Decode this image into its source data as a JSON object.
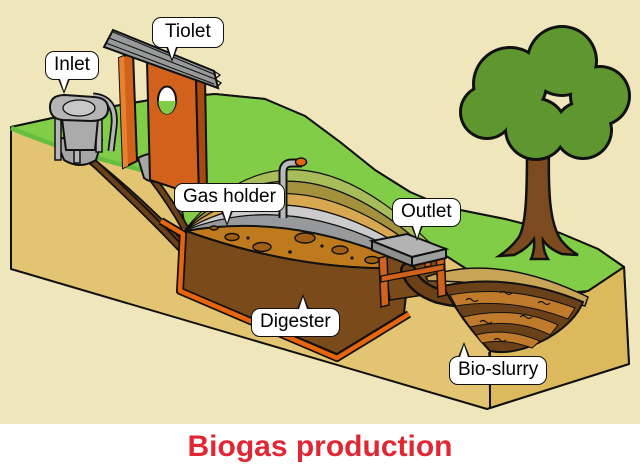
{
  "title": {
    "text": "Biogas production"
  },
  "labels": {
    "inlet": "Inlet",
    "toilet": "Tiolet",
    "gas_holder": "Gas holder",
    "outlet": "Outlet",
    "digester": "Digester",
    "bio_slurry": "Bio-slurry"
  },
  "colors": {
    "background_beige": "#EFE6BB",
    "title_red": "#E02733",
    "grass_green": "#82CD48",
    "grass_edge_green": "#66BE3E",
    "tree_canopy_green": "#5E9630",
    "wood_brown": "#7B4A1E",
    "earth_tan": "#E2C472",
    "earth_side_tan": "#DDB95E",
    "subsoil_tan": "#C9A557",
    "slurry_top_brown": "#BF7A1E",
    "slurry_dark_brown": "#7B4A1B",
    "pit_dark_brown": "#6B4119",
    "pit_stripe_orange": "#C07A2C",
    "lining_orange": "#E8650D",
    "hut_orange": "#D2611B",
    "hut_orange_dark": "#A84A10",
    "roof_gray": "#97999A",
    "concrete_gray": "#B3B3B3",
    "band_yellow_green": "#A8BD5A",
    "band_olive": "#A4913E",
    "band_tan": "#D8A851",
    "band_light_gray": "#CBCBCB"
  }
}
